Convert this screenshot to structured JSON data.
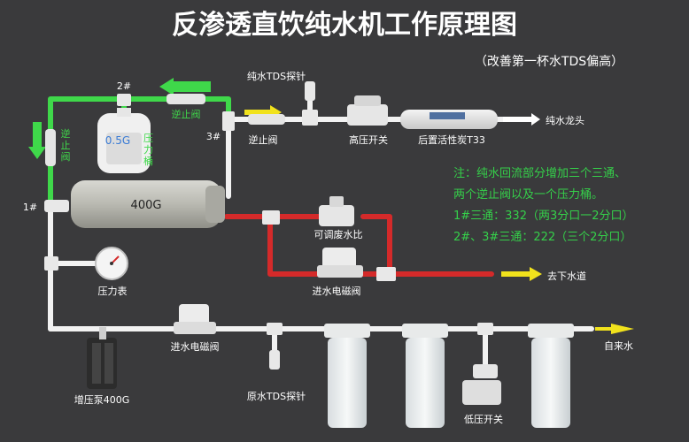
{
  "title": "反渗透直饮纯水机工作原理图",
  "subtitle": "（改善第一杯水TDS偏高）",
  "colors": {
    "background": "#3a3a3c",
    "pipe_white": "#f2f2f2",
    "pipe_green": "#3fd84a",
    "pipe_red": "#d42a2a",
    "arrow_yellow": "#f1e21c",
    "note_green": "#35d04a",
    "title": "#ffffff"
  },
  "labels": {
    "tank_label": "0.5G",
    "tank_text": "压力桶",
    "membrane_label": "400G",
    "check_valve_green": "逆止阀",
    "check_valve_green_left": "逆止阀",
    "tee1": "1#",
    "tee2": "2#",
    "tee3": "3#",
    "check_valve_white": "逆止阀",
    "pure_tds_probe": "纯水TDS探针",
    "high_pressure_switch": "高压开关",
    "post_carbon": "后置活性炭T33",
    "pure_faucet": "纯水龙头",
    "waste_ratio": "可调废水比",
    "inlet_solenoid_red": "进水电磁阀",
    "drain": "去下水道",
    "pressure_gauge": "压力表",
    "inlet_solenoid_white": "进水电磁阀",
    "raw_tds_probe": "原水TDS探针",
    "booster_pump": "增压泵400G",
    "low_pressure_switch": "低压开关",
    "tap_water": "自来水"
  },
  "note": {
    "line1": "注：纯水回流部分增加三个三通、",
    "line2": "两个逆止阀以及一个压力桶。",
    "line3": "1#三通：332（两3分口一2分口）",
    "line4": "2#、3#三通：222（三个2分口）"
  }
}
